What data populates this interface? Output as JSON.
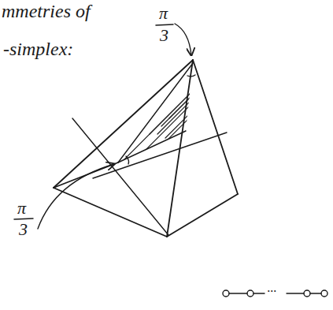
{
  "diagram": {
    "labels": [
      "mmetries of",
      "-simplex:",
      "π",
      "3",
      "π",
      "3",
      "···"
    ]
  }
}
